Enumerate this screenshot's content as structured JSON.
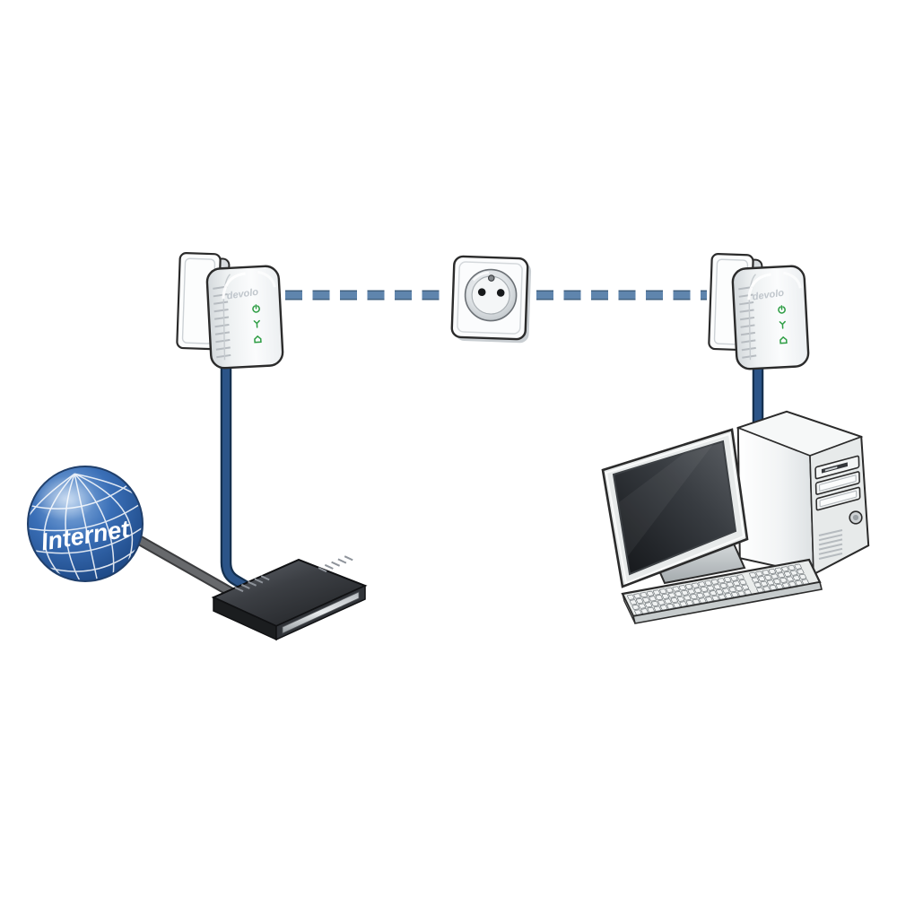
{
  "diagram": {
    "nodes": {
      "internet": {
        "label": "Internet"
      },
      "adapter_left": {
        "brand": "devolo"
      },
      "adapter_right": {
        "brand": "devolo"
      }
    },
    "icons": {
      "adapter_leds": [
        "power-icon",
        "dlan-link-icon",
        "home-network-icon"
      ]
    },
    "colors": {
      "powerline_dash": "#5f85ad",
      "powerline_dash_edge": "#41607f",
      "ethernet_cable": "#2b5488",
      "ethernet_cable_edge": "#14304f",
      "internet_cable": "#67696c",
      "internet_cable_edge": "#3b3c3e",
      "led_green": "#2f9e45",
      "globe_blue": "#2e66b1",
      "globe_text": "#ffffff",
      "devolo_logo": "#c0c6cc",
      "outline": "#2b2b2b"
    }
  }
}
